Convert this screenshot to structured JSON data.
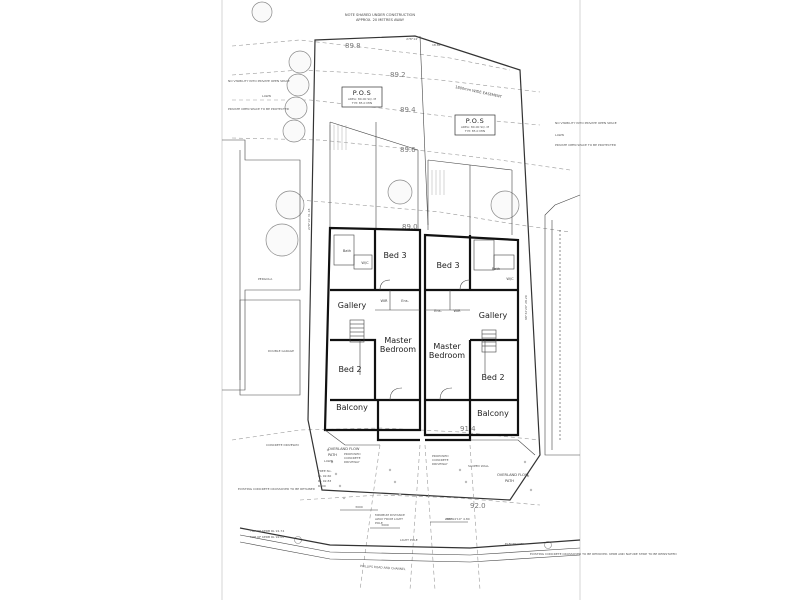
{
  "header_note": [
    "NOTE SHARED UNDER CONSTRUCTION",
    "APPROX. 20 METRES AWAY"
  ],
  "bearings": {
    "top": "278°14'",
    "top_dist": "18.84",
    "left": "278°14' 31.18",
    "right": "98°32'20\" 28.29",
    "bottom": "288°14'10\" 4.80"
  },
  "easement": "1800mm WIDE EASEMENT",
  "contours": [
    "89.8",
    "89.2",
    "89.4",
    "89.6",
    "89.0",
    "92.0",
    "91.4"
  ],
  "pos_boxes": [
    {
      "title": "P.O.S",
      "line1": "AREA: 80.00 SQ. M",
      "line2": "TYP. 85.0 MIN"
    },
    {
      "title": "P.O.S",
      "line1": "AREA: 80.00 SQ. M",
      "line2": "TYP. 85.0 MIN"
    }
  ],
  "rooms": {
    "bed3": "Bed 3",
    "bed2": "Bed 2",
    "gallery": "Gallery",
    "master": [
      "Master",
      "Bedroom"
    ],
    "balcony": "Balcony",
    "bath": "Bath",
    "wc": "W/C",
    "wir": "WIR",
    "ens": "Ens."
  },
  "left_labels": [
    "NO VISIBILITY INTO PRIVATE OPEN SPACE",
    "LAWN",
    "PRIVATE OPEN SPACE TO BE PROTECTED",
    "PERGOLA",
    "DOUBLE GARAGE",
    "CONCRETE DRIVEWAY",
    "EXISTING CONCRETE CROSSOVER TO BE RETAINED",
    "TOP OF KERB RL 91.74",
    "TOP OF KERB RL 92.00"
  ],
  "right_labels": [
    "NO VISIBILITY INTO PRIVATE OPEN SPACE",
    "LAWN",
    "PRIVATE OPEN SPACE TO BE PROTECTED",
    "SLOPED WALL",
    "ELECTRICITY",
    "EXISTING CONCRETE CROSSOVER TO BE REMOVED. KERB AND NATURE STRIP TO BE REINSTATED"
  ],
  "center_labels": {
    "overland_left": [
      "OVERLAND FLOW",
      "PATH"
    ],
    "overland_right": [
      "OVERLAND FLOW",
      "PATH"
    ],
    "lawn": "LAWN",
    "driveway_left": [
      "PROPOSED",
      "CONCRETE",
      "DRIVEWAY"
    ],
    "driveway_right": [
      "PROPOSED",
      "CONCRETE",
      "DRIVEWAY"
    ],
    "tree": [
      "TREE No.",
      "RL 92.60",
      "RL 92.83",
      "R500"
    ],
    "dim1": "3000",
    "dim2": "2000",
    "dim3": "3000",
    "light_pole": "LIGHT POLE",
    "pole_note": [
      "MINIMUM DISTANCE",
      "AWAY FROM LIGHT",
      "POLE"
    ],
    "street": "PHILLIPS ROAD AND CHANNEL"
  }
}
